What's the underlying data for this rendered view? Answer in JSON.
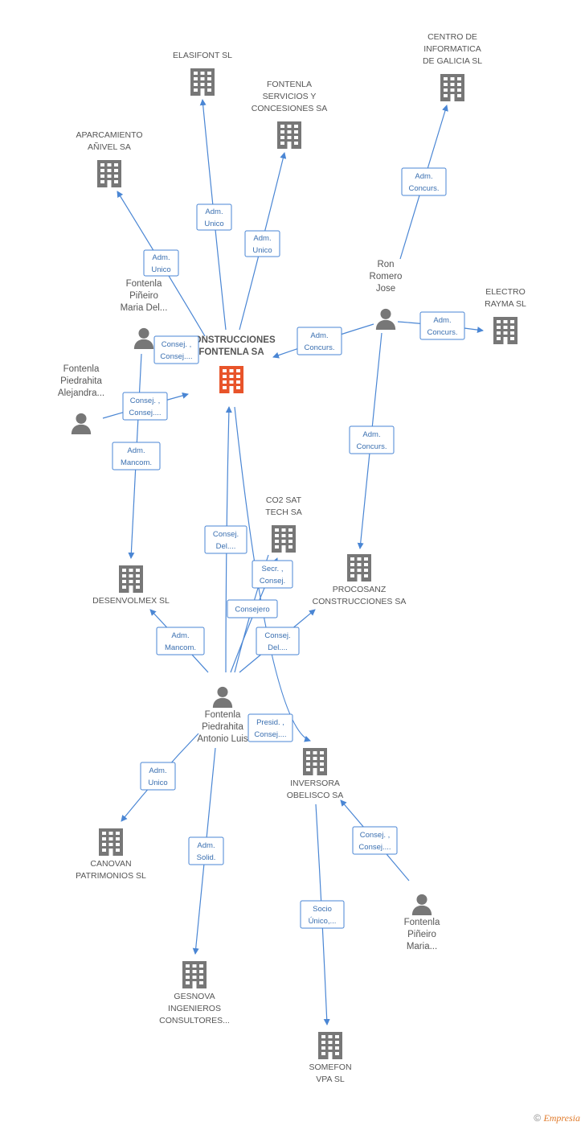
{
  "colors": {
    "edge": "#4a86d4",
    "relation_text": "#3a6fb0",
    "company_icon": "#777777",
    "center_icon": "#e8542a",
    "person_icon": "#777777",
    "label": "#555555"
  },
  "nodes": [
    {
      "id": "center",
      "type": "company-center",
      "lines": [
        "CONSTRUCCIONES",
        "FONTENLA SA"
      ]
    },
    {
      "id": "elasifont",
      "type": "company",
      "lines": [
        "ELASIFONT SL"
      ]
    },
    {
      "id": "fontenla_serv",
      "type": "company",
      "lines": [
        "FONTENLA",
        "SERVICIOS Y",
        "CONCESIONES SA"
      ]
    },
    {
      "id": "centro_inf",
      "type": "company",
      "lines": [
        "CENTRO DE",
        "INFORMATICA",
        "DE GALICIA SL"
      ]
    },
    {
      "id": "aparcamiento",
      "type": "company",
      "lines": [
        "APARCAMIENTO",
        "AÑIVEL SA"
      ]
    },
    {
      "id": "electro",
      "type": "company",
      "lines": [
        "ELECTRO",
        "RAYMA SL"
      ]
    },
    {
      "id": "co2",
      "type": "company",
      "lines": [
        "CO2 SAT",
        "TECH SA"
      ]
    },
    {
      "id": "desenvolmex",
      "type": "company",
      "lines": [
        "DESENVOLMEX SL"
      ]
    },
    {
      "id": "procosanz",
      "type": "company",
      "lines": [
        "PROCOSANZ",
        "CONSTRUCCIONES SA"
      ]
    },
    {
      "id": "inversora",
      "type": "company",
      "lines": [
        "INVERSORA",
        "OBELISCO SA"
      ]
    },
    {
      "id": "canovan",
      "type": "company",
      "lines": [
        "CANOVAN",
        "PATRIMONIOS SL"
      ]
    },
    {
      "id": "gesnova",
      "type": "company",
      "lines": [
        "GESNOVA",
        "INGENIEROS",
        "CONSULTORES..."
      ]
    },
    {
      "id": "somefon",
      "type": "company",
      "lines": [
        "SOMEFON",
        "VPA SL"
      ]
    },
    {
      "id": "ron",
      "type": "person",
      "lines": [
        "Ron",
        "Romero",
        "Jose"
      ]
    },
    {
      "id": "maria_del",
      "type": "person",
      "lines": [
        "Fontenla",
        "Piñeiro",
        "Maria Del..."
      ]
    },
    {
      "id": "alejandra",
      "type": "person",
      "lines": [
        "Fontenla",
        "Piedrahita",
        "Alejandra..."
      ]
    },
    {
      "id": "antonio",
      "type": "person",
      "lines": [
        "Fontenla",
        "Piedrahita",
        "Antonio Luis"
      ]
    },
    {
      "id": "maria",
      "type": "person",
      "lines": [
        "Fontenla",
        "Piñeiro",
        "Maria..."
      ]
    }
  ],
  "relations": [
    {
      "id": "r_elasifont",
      "lines": [
        "Adm.",
        "Unico"
      ]
    },
    {
      "id": "r_fontenla_serv",
      "lines": [
        "Adm.",
        "Unico"
      ]
    },
    {
      "id": "r_aparcamiento",
      "lines": [
        "Adm.",
        "Unico"
      ]
    },
    {
      "id": "r_centro_inf",
      "lines": [
        "Adm.",
        "Concurs."
      ]
    },
    {
      "id": "r_ron_center",
      "lines": [
        "Adm.",
        "Concurs."
      ]
    },
    {
      "id": "r_ron_electro",
      "lines": [
        "Adm.",
        "Concurs."
      ]
    },
    {
      "id": "r_ron_procosanz",
      "lines": [
        "Adm.",
        "Concurs."
      ]
    },
    {
      "id": "r_maria_del_center",
      "lines": [
        "Consej. ,",
        "Consej...."
      ]
    },
    {
      "id": "r_alejandra_center",
      "lines": [
        "Consej. ,",
        "Consej...."
      ]
    },
    {
      "id": "r_maria_del_desenvolmex",
      "lines": [
        "Adm.",
        "Mancom."
      ]
    },
    {
      "id": "r_antonio_center",
      "lines": [
        "Consej.",
        "Del...."
      ]
    },
    {
      "id": "r_antonio_co2",
      "lines": [
        "Secr. ,",
        "Consej."
      ]
    },
    {
      "id": "r_antonio_co2b",
      "lines": [
        "Consejero"
      ]
    },
    {
      "id": "r_antonio_desenvolmex",
      "lines": [
        "Adm.",
        "Mancom."
      ]
    },
    {
      "id": "r_antonio_procosanz",
      "lines": [
        "Consej.",
        "Del...."
      ]
    },
    {
      "id": "r_antonio_inversora",
      "lines": [
        "Presid. ,",
        "Consej...."
      ]
    },
    {
      "id": "r_antonio_canovan",
      "lines": [
        "Adm.",
        "Unico"
      ]
    },
    {
      "id": "r_antonio_gesnova",
      "lines": [
        "Adm.",
        "Solid."
      ]
    },
    {
      "id": "r_maria_inversora",
      "lines": [
        "Consej. ,",
        "Consej...."
      ]
    },
    {
      "id": "r_inversora_somefon",
      "lines": [
        "Socio",
        "Único,..."
      ]
    }
  ],
  "footer": {
    "copyright": "©",
    "brand": "Empresia"
  }
}
